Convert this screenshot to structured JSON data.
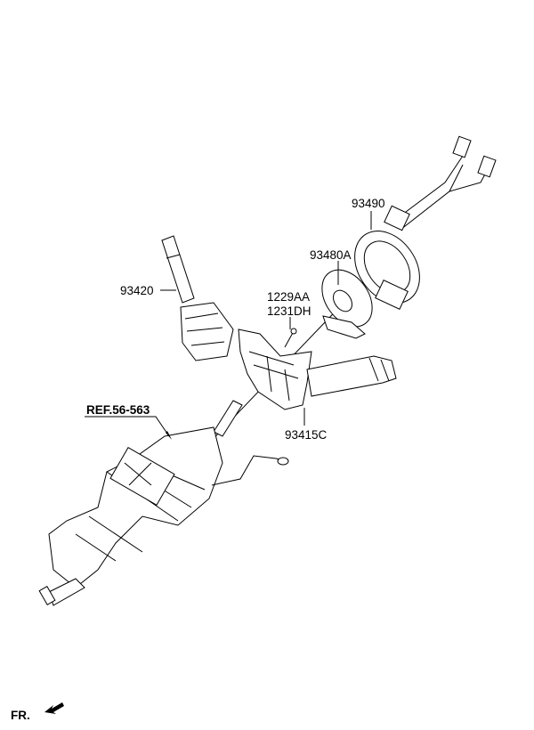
{
  "labels": {
    "part_93490": "93490",
    "part_93480A": "93480A",
    "part_93420": "93420",
    "part_1229AA": "1229AA",
    "part_1231DH": "1231DH",
    "part_93415C": "93415C",
    "ref": "REF.56-563",
    "front": "FR."
  }
}
